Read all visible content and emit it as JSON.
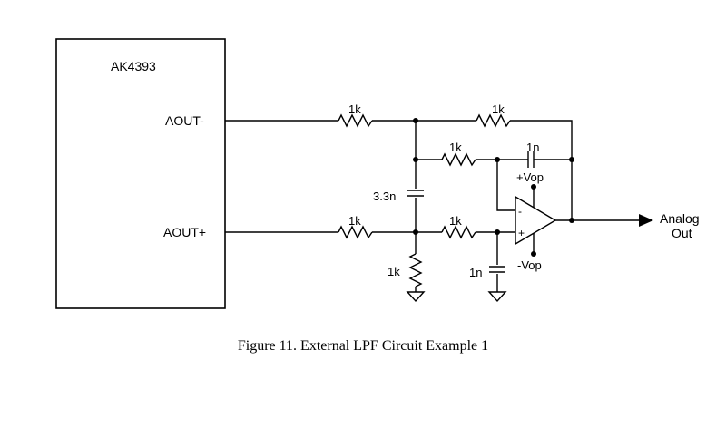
{
  "chip": {
    "name": "AK4393",
    "pin_neg": "AOUT-",
    "pin_pos": "AOUT+"
  },
  "components": {
    "r_in_neg": "1k",
    "r_feedback_top": "1k",
    "r_feedback_mid": "1k",
    "c_feedback": "1n",
    "c_diff": "3.3n",
    "r_in_pos": "1k",
    "r_series_pos": "1k",
    "r_ground": "1k",
    "c_ground": "1n"
  },
  "opamp": {
    "supply_pos": "+Vop",
    "supply_neg": "-Vop",
    "input_inv": "-",
    "input_noninv": "+"
  },
  "output": {
    "line1": "Analog",
    "line2": "Out"
  },
  "caption": "Figure 11. External LPF Circuit Example 1"
}
